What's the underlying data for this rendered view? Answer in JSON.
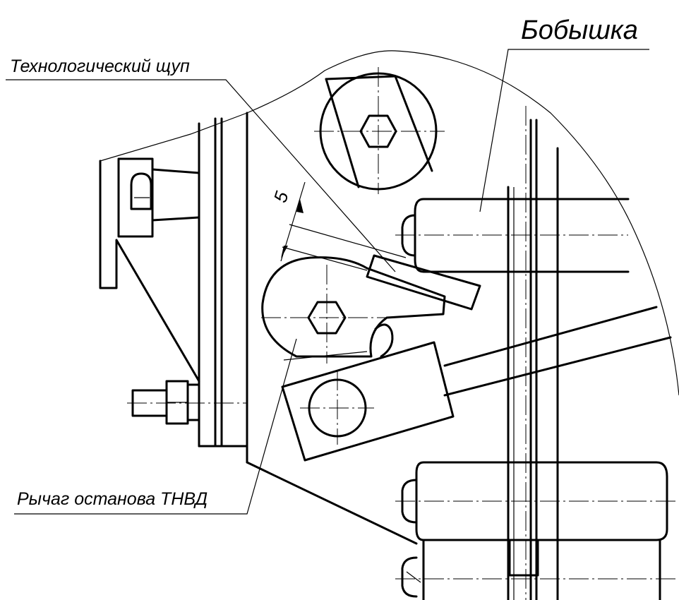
{
  "labels": {
    "boss": "Бобышка",
    "probe": "Технологический щуп",
    "lever": "Рычаг останова ТНВД",
    "gap": "5"
  }
}
